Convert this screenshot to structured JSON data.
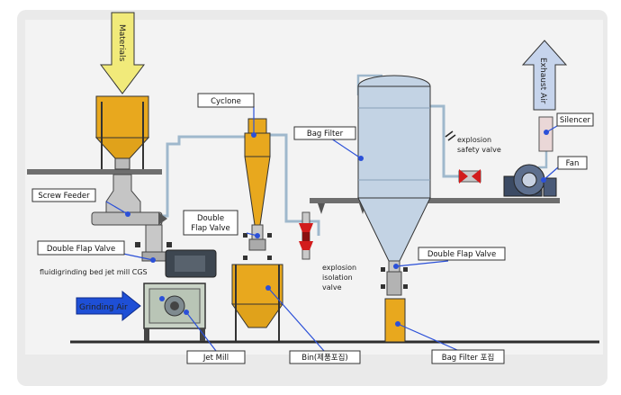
{
  "labels": {
    "materials": "Materials",
    "exhaust_air": "Exhaust Air",
    "cyclone": "Cyclone",
    "bag_filter": "Bag Filter",
    "silencer": "Silencer",
    "fan": "Fan",
    "screw_feeder": "Screw Feeder",
    "double_flap_valve_left": "Double Flap Valve",
    "double_flap_valve_mid_line1": "Double",
    "double_flap_valve_mid_line2": "Flap Valve",
    "double_flap_valve_right": "Double Flap Valve",
    "mill_caption": "fluidigrinding bed jet mill CGS",
    "grinding_air": "Grinding Air",
    "jet_mill": "Jet Mill",
    "bin": "Bin(제품포집)",
    "bag_filter_collect": "Bag Filter 포집",
    "explosion_safety_valve_line1": "explosion",
    "explosion_safety_valve_line2": "safety valve",
    "explosion_isolation_valve_line1": "explosion",
    "explosion_isolation_valve_line2": "isolation",
    "explosion_isolation_valve_line3": "valve"
  },
  "colors": {
    "frame_bg": "#eaeaea",
    "equipment_yellow": "#e8a81e",
    "steel_blue": "#c3d3e4",
    "pipe": "#9fb8cc",
    "arrow_yellow": "#f1ea7a",
    "arrow_blue": "#1e4fd6",
    "exhaust_blue": "#c6d4ec",
    "valve_red": "#d21c1c",
    "leader_blue": "#2b50d8"
  }
}
